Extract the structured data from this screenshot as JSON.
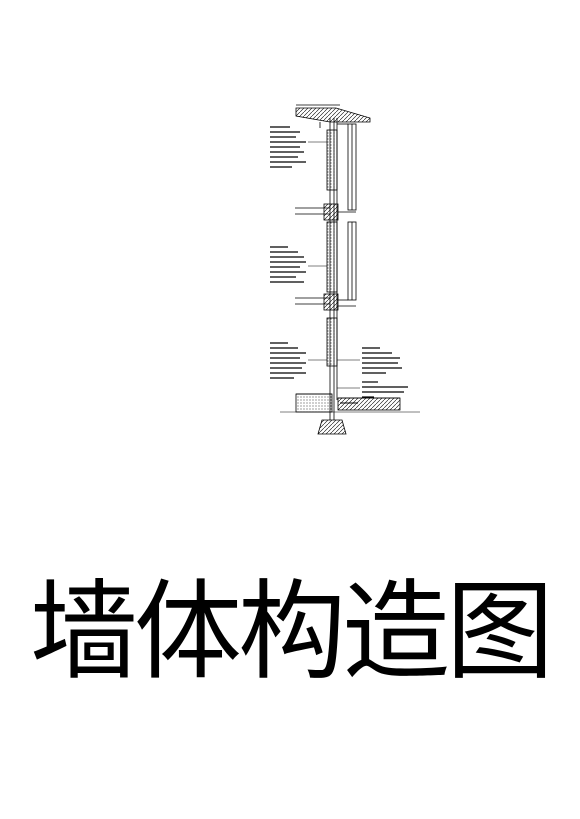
{
  "caption": "墙体构造图",
  "colors": {
    "ink": "#000000",
    "paper": "#ffffff"
  },
  "drawing": {
    "type": "wall-section-detail",
    "note_groups": [
      {
        "side": "left",
        "lines": 8
      },
      {
        "side": "left",
        "lines": 8
      },
      {
        "side": "left",
        "lines": 8
      },
      {
        "side": "right",
        "lines": 6
      },
      {
        "side": "right",
        "lines": 4
      }
    ]
  }
}
